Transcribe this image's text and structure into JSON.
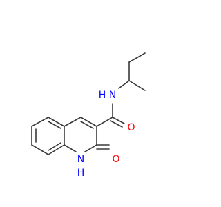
{
  "molecule": {
    "atom_labels": {
      "oxygen_carbonyl": "O",
      "amide_nitrogen": "N",
      "amide_hydrogen": "H",
      "ring_oxygen": "O",
      "ring_nitrogen": "N",
      "ring_hydrogen": "H"
    },
    "colors": {
      "bond": "#3a3a3a",
      "oxygen": "#ff0000",
      "nitrogen": "#0000ff",
      "background": "#ffffff"
    }
  }
}
